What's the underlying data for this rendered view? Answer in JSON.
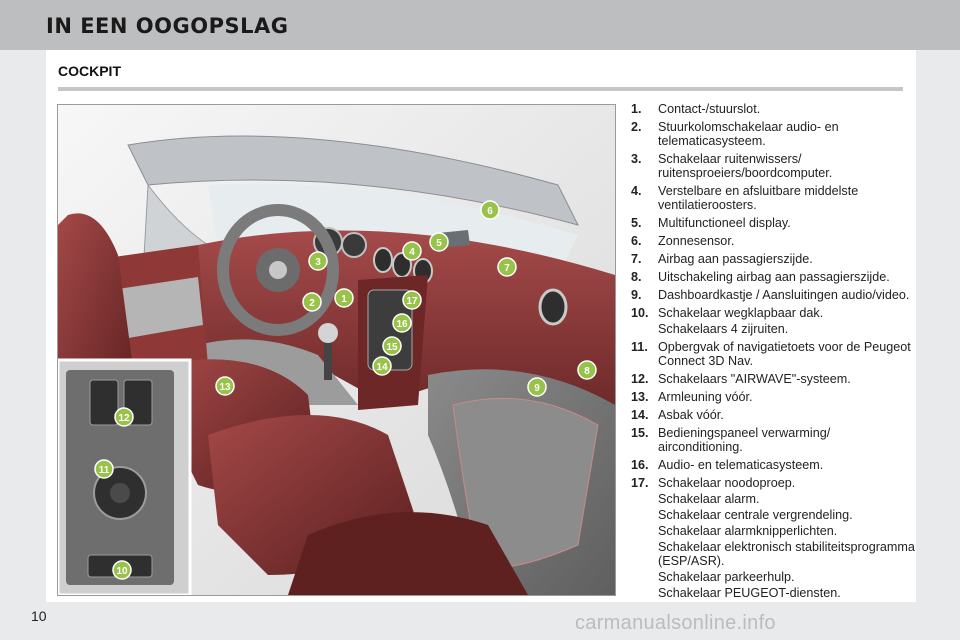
{
  "header": {
    "title": "IN EEN OOGOPSLAG"
  },
  "section": {
    "title": "COCKPIT"
  },
  "callouts": [
    "1",
    "2",
    "3",
    "4",
    "5",
    "6",
    "7",
    "8",
    "9",
    "10",
    "11",
    "12",
    "13",
    "14",
    "15",
    "16",
    "17"
  ],
  "legend": [
    {
      "num": "1.",
      "lines": [
        "Contact-/stuurslot."
      ]
    },
    {
      "num": "2.",
      "lines": [
        "Stuurkolomschakelaar audio- en telematicasysteem."
      ]
    },
    {
      "num": "3.",
      "lines": [
        "Schakelaar ruitenwissers/ ruitensproeiers/boordcomputer."
      ]
    },
    {
      "num": "4.",
      "lines": [
        "Verstelbare en afsluitbare middelste ventilatieroosters."
      ]
    },
    {
      "num": "5.",
      "lines": [
        "Multifunctioneel display."
      ]
    },
    {
      "num": "6.",
      "lines": [
        "Zonnesensor."
      ]
    },
    {
      "num": "7.",
      "lines": [
        "Airbag aan passagierszijde."
      ]
    },
    {
      "num": "8.",
      "lines": [
        "Uitschakeling airbag aan passagierszijde."
      ]
    },
    {
      "num": "9.",
      "lines": [
        "Dashboardkastje / Aansluitingen audio/video."
      ]
    },
    {
      "num": "10.",
      "lines": [
        "Schakelaar wegklapbaar dak.",
        "Schakelaars 4 zijruiten."
      ]
    },
    {
      "num": "11.",
      "lines": [
        "Opbergvak of navigatietoets voor de Peugeot Connect 3D Nav."
      ]
    },
    {
      "num": "12.",
      "lines": [
        "Schakelaars \"AIRWAVE\"-systeem."
      ]
    },
    {
      "num": "13.",
      "lines": [
        "Armleuning vóór."
      ]
    },
    {
      "num": "14.",
      "lines": [
        "Asbak vóór."
      ]
    },
    {
      "num": "15.",
      "lines": [
        "Bedieningspaneel verwarming/ airconditioning."
      ]
    },
    {
      "num": "16.",
      "lines": [
        "Audio- en telematicasysteem."
      ]
    },
    {
      "num": "17.",
      "lines": [
        "Schakelaar noodoproep.",
        "Schakelaar alarm.",
        "Schakelaar centrale vergrendeling.",
        "Schakelaar alarmknipperlichten.",
        "Schakelaar elektronisch stabiliteitsprogramma (ESP/ASR).",
        "Schakelaar parkeerhulp.",
        "Schakelaar PEUGEOT-diensten."
      ]
    }
  ],
  "footer": {
    "page_number": "10",
    "watermark": "carmanualsonline.info"
  },
  "colors": {
    "accent_green": "#98c24a",
    "leather": "#8c3a3a",
    "header_grey": "#bdbec0"
  },
  "illustration": {
    "subject": "cockpit"
  }
}
